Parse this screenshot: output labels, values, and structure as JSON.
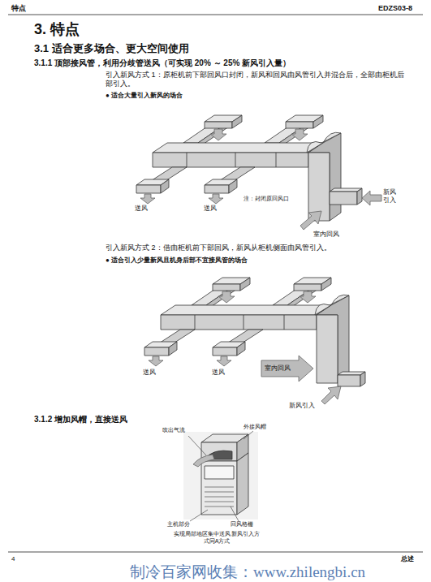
{
  "diagram": {
    "title": "3. 特点",
    "labels": [
      "特点",
      "EDZS03-8",
      "3.1 适合更多场合、更大空间使用",
      "3.1.1 顶部接风管，利用分歧管送风（可实现 20% ～ 25% 新风引入量）",
      "引入新风方式 1：原柜机前下部回风口封闭，新风和回风由风管引入并混合后，全部由柜机后部引入。",
      "● 适合大量引入新风的场合",
      "送风",
      "送风",
      "注：封闭原回风口",
      "新风 引入",
      "室内回风",
      "引入新风方式 2：借由柜机前下部回风，新风从柜机侧面由风管引入。",
      "● 适合引入少量新风且机身后部不宜接风管的场合",
      "送风",
      "送风",
      "室内回风",
      "新风引入",
      "3.1.2 增加风帽，直接送风",
      "吹出气流",
      "外接风帽",
      "主机部分",
      "回风格栅",
      "实现局部地区集中送风 新风引入方式同A方式",
      "4",
      "总述",
      "制冷百家网收集：www.zhilengbi.cn"
    ]
  }
}
